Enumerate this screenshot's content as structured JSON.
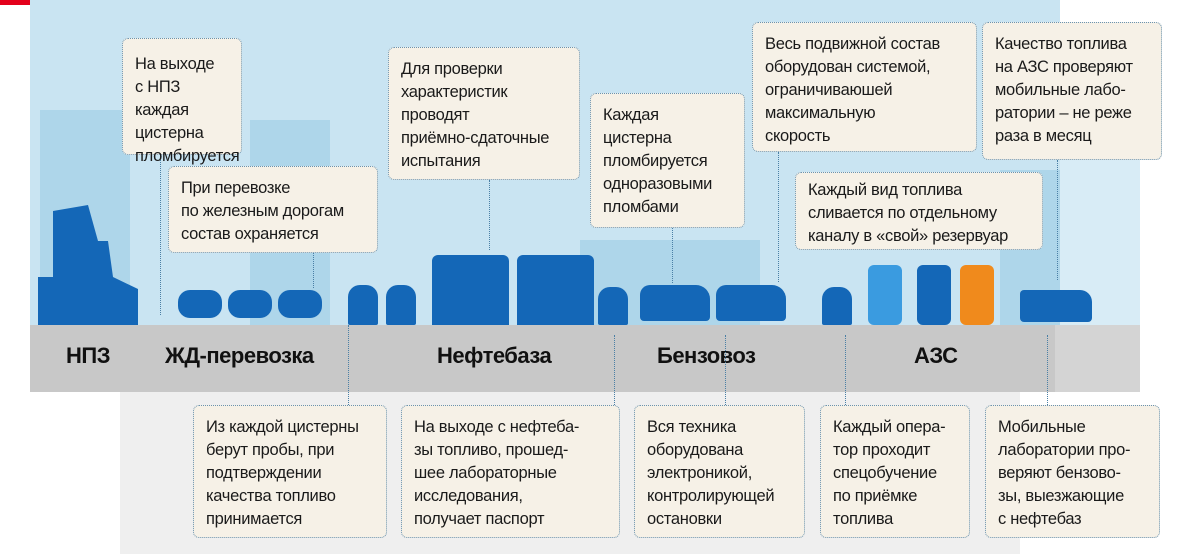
{
  "stages": [
    "НПЗ",
    "ЖД-перевозка",
    "Нефтебаза",
    "Бензовоз",
    "АЗС"
  ],
  "top_notes": [
    "На выходе\nс НПЗ каждая\nцистерна\nпломбируется",
    "При перевозке\nпо железным дорогам\nсостав охраняется",
    "Для проверки\nхарактеристик\nпроводят\nприёмно-сдаточные\nиспытания",
    "Каждая\nцистерна\nпломбируется\nодноразовыми\nпломбами",
    "Весь подвижной состав\nоборудован системой,\nограничиваюшей\nмаксимальную\nскорость",
    "Качество топлива\nна АЗС проверяют\nмобильные лабо-\nратории – не реже\nраза в месяц",
    "Каждый вид топлива\nсливается по отдельному\nканалу в «свой» резервуар"
  ],
  "bottom_notes": [
    "Из каждой цистерны\nберут пробы, при\nподтверждении\nкачества топливо\nпринимается",
    "На выходе с нефтеба-\nзы топливо, прошед-\nшее лабораторные\nисследования,\nполучает паспорт",
    "Вся техника\nоборудована\nэлектроникой,\nконтролирующей\nостановки",
    "Каждый опера-\nтор проходит\nспецобучение\nпо приёмке\nтоплива",
    "Мобильные\nлаборатории про-\nверяют бензово-\nзы, выезжающие\nс нефтебаз"
  ],
  "colors": {
    "accent": "#1467b7",
    "pump_light": "#3a9be0",
    "pump_orange": "#f08a1c",
    "band": "#c8c8c8",
    "note_bg": "#f6f1e7",
    "sky": "#c9e4f2"
  }
}
